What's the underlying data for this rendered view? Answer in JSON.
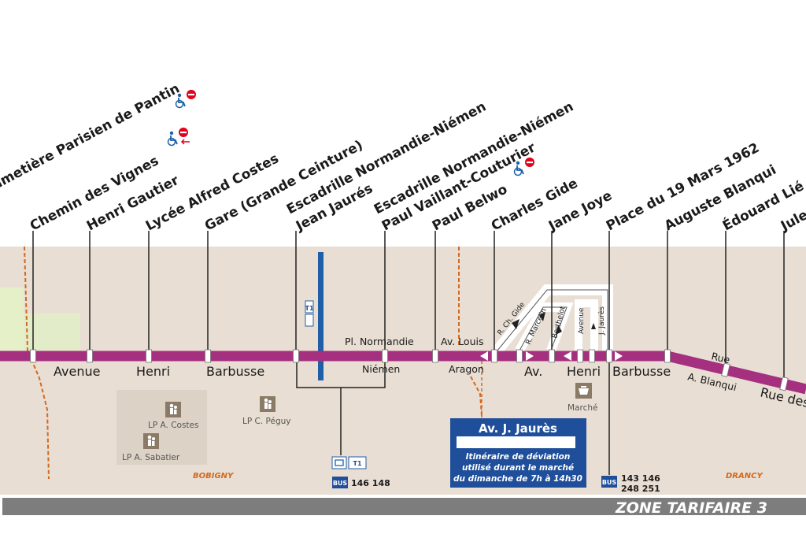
{
  "stops": [
    {
      "name": "Cimetière Parisien de Pantin",
      "access": "no-access"
    },
    {
      "name": "Chemin des Vignes",
      "access": "no-access-direction"
    },
    {
      "name": "Henri Gautier"
    },
    {
      "name": "Lycée Alfred Costes"
    },
    {
      "name": "Gare (Grande Ceinture)"
    },
    {
      "name": "Escadrille Normandie-Niémen",
      "name2": "Jean Jaurés"
    },
    {
      "name": "Escadrille Normandie-Niémen",
      "name2": "Paul Vaillant-Couturier",
      "access": "no-access"
    },
    {
      "name": "Paul Belwo"
    },
    {
      "name": "Charles Gide"
    },
    {
      "name": "Jane Joye"
    },
    {
      "name": "Place du 19 Mars 1962"
    },
    {
      "name": "Auguste Blanqui"
    },
    {
      "name": "Édouard Lié"
    },
    {
      "name": "Jule"
    }
  ],
  "roads": {
    "avenue": "Avenue",
    "henri": "Henri",
    "barbusse": "Barbusse",
    "pl_normandie": "Pl. Normandie",
    "niemen": "Niémen",
    "av_louis": "Av.  Louis",
    "aragon": "Aragon",
    "av": "Av.",
    "henri2": "Henri",
    "barbusse2": "Barbusse",
    "rue": "Rue",
    "a_blanqui": "A. Blanqui",
    "rue_des": "Rue des",
    "r_ch_gide": "R. Ch. Gide",
    "r_marcelin": "R. Marcelin",
    "berthelot": "Berthelot",
    "avenue_v": "Avenue",
    "j_jaures": "J. Jaurès"
  },
  "pois": {
    "lp_costes": "LP A. Costes",
    "lp_sabatier": "LP A. Sabatier",
    "lp_peguy": "LP C. Péguy",
    "marche": "Marché"
  },
  "towns": {
    "bobigny": "BOBIGNY",
    "drancy": "DRANCY"
  },
  "connections": {
    "tram_label": "T1",
    "bus_tag": "BUS",
    "bus_lines_1": "146 148",
    "bus_lines_2a": "143 146",
    "bus_lines_2b": "248 251"
  },
  "notice": {
    "title": "Av. J. Jaurès",
    "line1": "Itinéraire de déviation",
    "line2": "utilisé durant le marché",
    "line3": "du dimanche de 7h à 14h30"
  },
  "zone": "ZONE TARIFAIRE 3",
  "colors": {
    "line": "#a5307f",
    "background_area": "#e8ded3",
    "tram": "#1f5fa8",
    "notice": "#1f4e9a",
    "zone_bar": "#7d7d7d",
    "town_label": "#d2691e"
  }
}
